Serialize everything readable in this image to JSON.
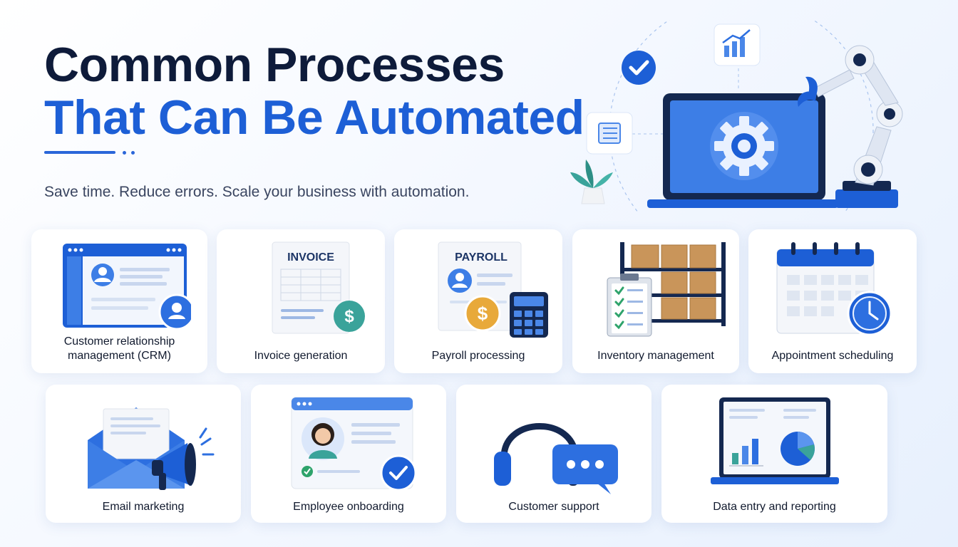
{
  "hero": {
    "title_line1": "Common Processes",
    "title_line2": "That Can Be Automated",
    "subtitle": "Save time. Reduce errors. Scale your business with automation."
  },
  "colors": {
    "primary_blue": "#1d5fd6",
    "dark_navy": "#0e1b3a",
    "light_blue": "#5b95ee",
    "teal": "#3aa39a",
    "gold": "#e8a93a",
    "box_brown": "#c9955a",
    "green_check": "#2ea36b"
  },
  "cards": [
    {
      "label": "Customer relationship management (CRM)",
      "icon": "crm-icon"
    },
    {
      "label": "Invoice generation",
      "icon": "invoice-icon",
      "doc_text": "INVOICE"
    },
    {
      "label": "Payroll processing",
      "icon": "payroll-icon",
      "doc_text": "PAYROLL"
    },
    {
      "label": "Inventory management",
      "icon": "inventory-icon"
    },
    {
      "label": "Appointment scheduling",
      "icon": "calendar-icon"
    },
    {
      "label": "Email marketing",
      "icon": "email-marketing-icon"
    },
    {
      "label": "Employee onboarding",
      "icon": "onboarding-icon"
    },
    {
      "label": "Customer support",
      "icon": "headset-icon"
    },
    {
      "label": "Data entry and reporting",
      "icon": "reporting-icon"
    }
  ]
}
